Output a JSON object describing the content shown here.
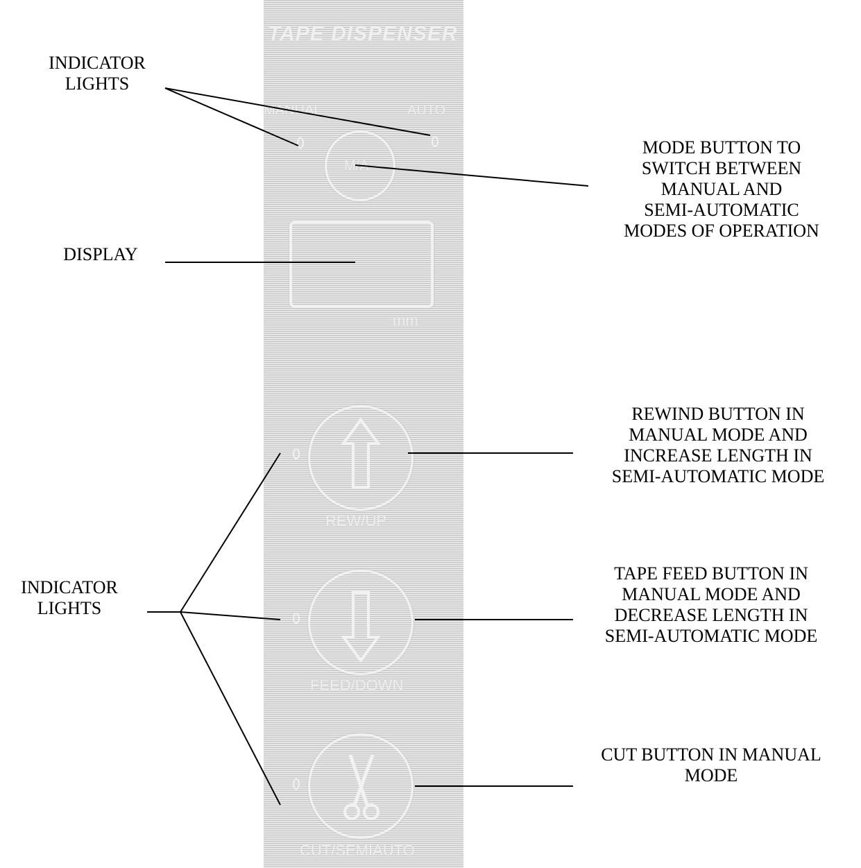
{
  "panel": {
    "brand": "TAPE DISPENSER",
    "manual_label": "MANUAL",
    "auto_label": "AUTO",
    "mode_button_text": "M/A",
    "unit_label": "mm",
    "rew_label": "REW/UP",
    "feed_label": "FEED/DOWN",
    "cut_label": "CUT/SEMIAUTO"
  },
  "callouts": {
    "indicator_lights_top": "INDICATOR\nLIGHTS",
    "display": "DISPLAY",
    "mode_button": "MODE BUTTON TO\nSWITCH BETWEEN\nMANUAL AND\nSEMI-AUTOMATIC\nMODES OF OPERATION",
    "rewind_button": "REWIND BUTTON IN\nMANUAL MODE AND\nINCREASE LENGTH IN\nSEMI-AUTOMATIC MODE",
    "indicator_lights_bottom": "INDICATOR\nLIGHTS",
    "feed_button": "TAPE FEED BUTTON IN\nMANUAL MODE AND\nDECREASE LENGTH IN\nSEMI-AUTOMATIC MODE",
    "cut_button": "CUT BUTTON IN MANUAL\nMODE"
  }
}
